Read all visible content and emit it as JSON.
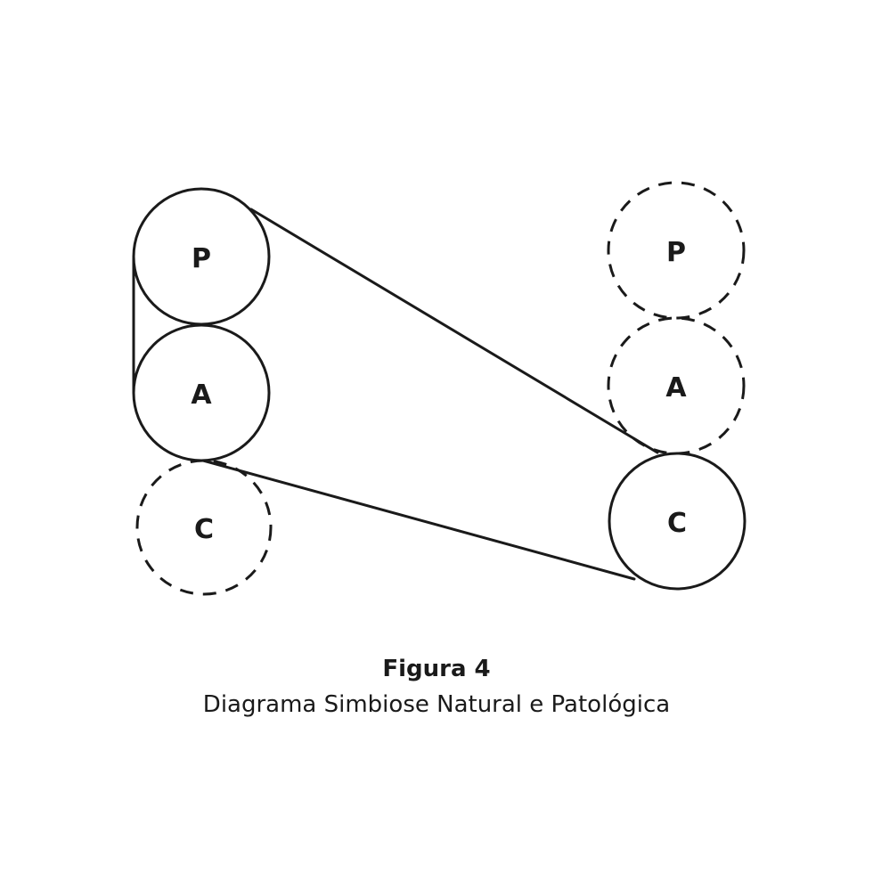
{
  "figure": {
    "title": "Figura 4",
    "subtitle": "Diagrama Simbiose Natural e Patológica"
  },
  "diagram": {
    "left_group": {
      "nodes": [
        {
          "label": "P",
          "style": "solid"
        },
        {
          "label": "A",
          "style": "solid"
        },
        {
          "label": "C",
          "style": "dashed"
        }
      ]
    },
    "right_group": {
      "nodes": [
        {
          "label": "P",
          "style": "dashed"
        },
        {
          "label": "A",
          "style": "dashed"
        },
        {
          "label": "C",
          "style": "solid"
        }
      ]
    },
    "colors": {
      "stroke": "#1a1a1a",
      "background": "#ffffff"
    }
  }
}
